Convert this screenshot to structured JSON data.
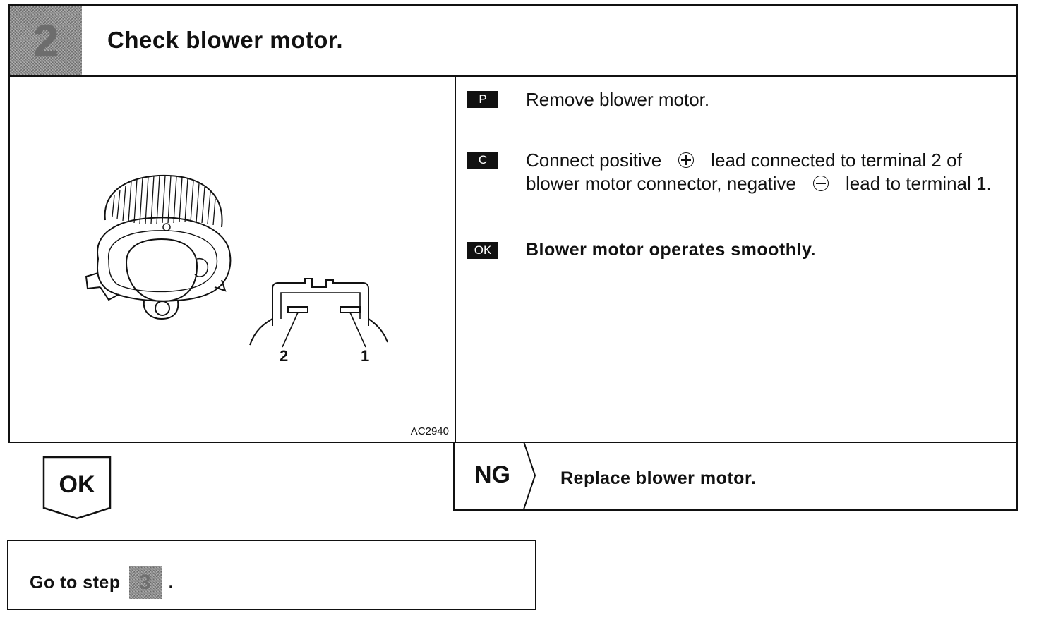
{
  "header": {
    "step_number": "2",
    "title": "Check blower motor."
  },
  "diagram": {
    "terminal_left_label": "2",
    "terminal_right_label": "1",
    "figure_code": "AC2940"
  },
  "instructions": [
    {
      "tag": "P",
      "text": "Remove blower motor."
    },
    {
      "tag": "C",
      "text_part1": "Connect positive",
      "text_part2": "lead connected to terminal 2 of blower motor connector, negative",
      "text_part3": "lead to terminal 1."
    },
    {
      "tag": "OK",
      "text": "Blower motor operates smoothly."
    }
  ],
  "ok_branch": {
    "label": "OK"
  },
  "ng_branch": {
    "label": "NG",
    "text": "Replace blower motor."
  },
  "goto": {
    "text": "Go to step",
    "step": "3",
    "suffix": "."
  },
  "icons": [
    "positive-terminal-icon",
    "negative-terminal-icon",
    "blower-motor-illustration",
    "connector-diagram"
  ]
}
